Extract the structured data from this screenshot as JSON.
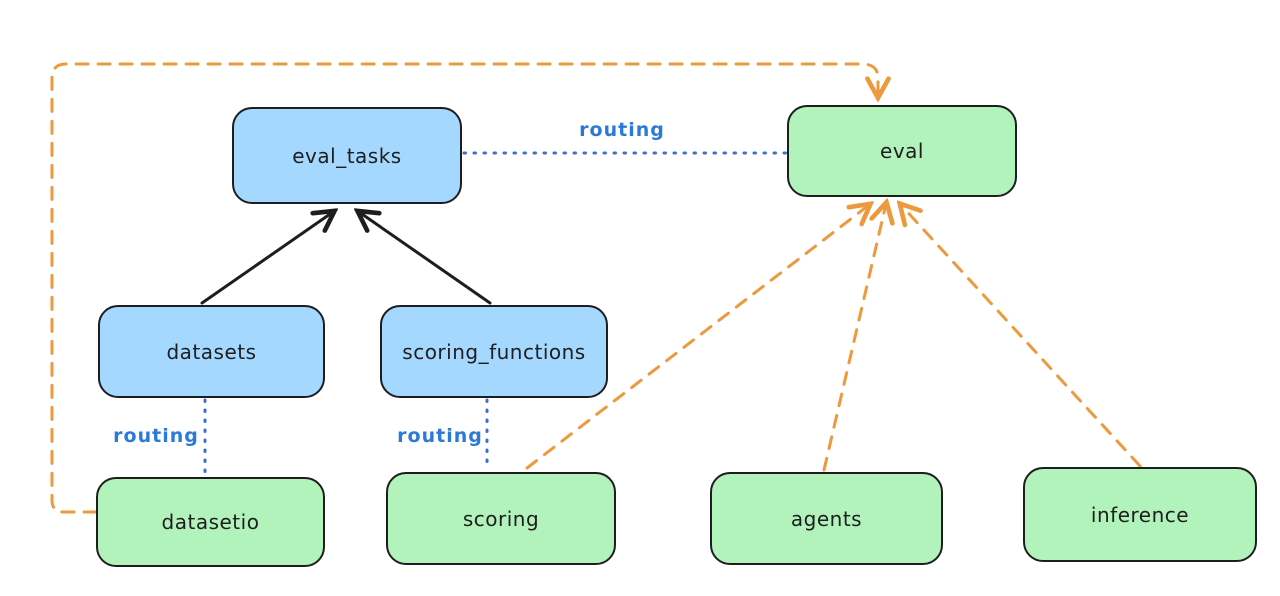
{
  "colors": {
    "background": "#ffffff",
    "api_fill": "#a5d8ff",
    "provider_fill": "#b2f2bb",
    "stroke": "#1e1e1e",
    "routing_text": "#2a7ad6",
    "routing_line": "#3e6fd0",
    "dashed_arrow": "#ec9a3d"
  },
  "nodes": {
    "eval_tasks": {
      "label": "eval_tasks",
      "fill": "blue"
    },
    "eval": {
      "label": "eval",
      "fill": "green"
    },
    "datasets": {
      "label": "datasets",
      "fill": "blue"
    },
    "scoring_functions": {
      "label": "scoring_functions",
      "fill": "blue"
    },
    "datasetio": {
      "label": "datasetio",
      "fill": "green"
    },
    "scoring": {
      "label": "scoring",
      "fill": "green"
    },
    "agents": {
      "label": "agents",
      "fill": "green"
    },
    "inference": {
      "label": "inference",
      "fill": "green"
    }
  },
  "edge_labels": {
    "eval_tasks_eval": "routing",
    "datasets_datasetio": "routing",
    "scoring_functions_scoring": "routing"
  },
  "edges": [
    {
      "from": "datasets",
      "to": "eval_tasks",
      "style": "solid-arrow"
    },
    {
      "from": "scoring_functions",
      "to": "eval_tasks",
      "style": "solid-arrow"
    },
    {
      "from": "eval_tasks",
      "to": "eval",
      "style": "dotted",
      "label": "routing"
    },
    {
      "from": "datasets",
      "to": "datasetio",
      "style": "dotted",
      "label": "routing"
    },
    {
      "from": "scoring_functions",
      "to": "scoring",
      "style": "dotted",
      "label": "routing"
    },
    {
      "from": "datasetio",
      "to": "eval",
      "style": "dashed-arrow"
    },
    {
      "from": "scoring",
      "to": "eval",
      "style": "dashed-arrow"
    },
    {
      "from": "agents",
      "to": "eval",
      "style": "dashed-arrow"
    },
    {
      "from": "inference",
      "to": "eval",
      "style": "dashed-arrow"
    }
  ]
}
